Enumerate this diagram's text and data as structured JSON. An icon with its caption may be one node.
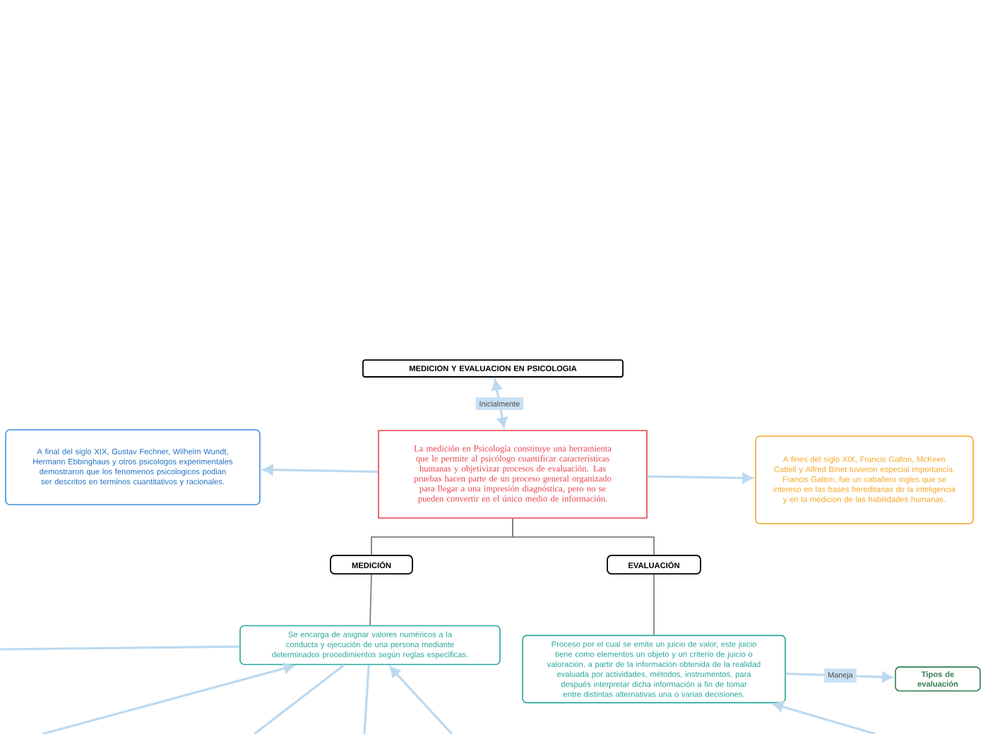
{
  "diagram": {
    "nodes": [
      {
        "text": [
          "MEDICION Y EVALUACION EN PSICOLOGIA"
        ]
      },
      {
        "text": [
          "La medición en Psicología constituye una herramienta que le permite al psicólogo cuantificar características humanas y objetivizar procesos de evaluación. Las pruebas hacen parte de un proceso general organizado para llegar a una impresión diagnóstica, pero no se pueden convertir en el único medio de información."
        ]
      },
      {
        "text": [
          "A final del siglo XIX, Gustav Fechner, Wilhelm Wundt, Hermann Ebbinghaus y otros psicologos experimentales demostraron que los fenomenos psicologicos podian ser descritos en terminos cuantitativos y racionales."
        ]
      },
      {
        "text": [
          "A fines del siglo XIX, Francis Galton, McKeen Cattell y Alfred Binet tuvieron especial importancia.  Francis Galton, fue un caballero ingles que se intereso en las bases hereditarias de la inteligencia y en la medicion de las habilidades humanas."
        ]
      },
      {
        "text": [
          "MEDICIÓN"
        ]
      },
      {
        "text": [
          "EVALUACIÓN"
        ]
      },
      {
        "text": [
          "Se encarga de asignar valores numéricos a la conducta y ejecución de una persona mediante determinados procedimientos según reglas especificas."
        ]
      },
      {
        "text": [
          "Proceso por el cual se emite un juicio de valor, este juicio tiene como elementos un objeto y un criterio de juicio o valoración, a partir de la información obtenida de la realidad evaluada por actividades, métodos, instrumentos, para después interpretar dicha información a fin de tomar entre distintas alternativas una o varias decisiones."
        ]
      },
      {
        "text": [
          "Tipos de evaluación"
        ]
      }
    ],
    "edges": [
      {
        "from": 0,
        "to": 1,
        "arrow": "both",
        "label": "Inicialmente"
      },
      {
        "from": 1,
        "to": 2,
        "arrow": "to"
      },
      {
        "from": 1,
        "to": 3,
        "arrow": "to"
      },
      {
        "from": 1,
        "to": 4,
        "arrow": "none",
        "color": "#808080"
      },
      {
        "from": 1,
        "to": 5,
        "arrow": "none",
        "color": "#808080"
      },
      {
        "from": 4,
        "to": 6,
        "arrow": "none",
        "color": "#808080"
      },
      {
        "from": 5,
        "to": 7,
        "arrow": "none",
        "color": "#808080"
      },
      {
        "from": 7,
        "to": 8,
        "arrow": "to",
        "label": "Maneja"
      },
      {
        "from": null,
        "to": 6,
        "arrow": "none"
      },
      {
        "from": null,
        "to": 6,
        "arrow": "to"
      },
      {
        "from": 6,
        "to": null,
        "arrow": "none"
      },
      {
        "from": 6,
        "to": null,
        "arrow": "none"
      },
      {
        "from": null,
        "to": 6,
        "arrow": "to"
      },
      {
        "from": null,
        "to": 7,
        "arrow": "to"
      }
    ]
  }
}
